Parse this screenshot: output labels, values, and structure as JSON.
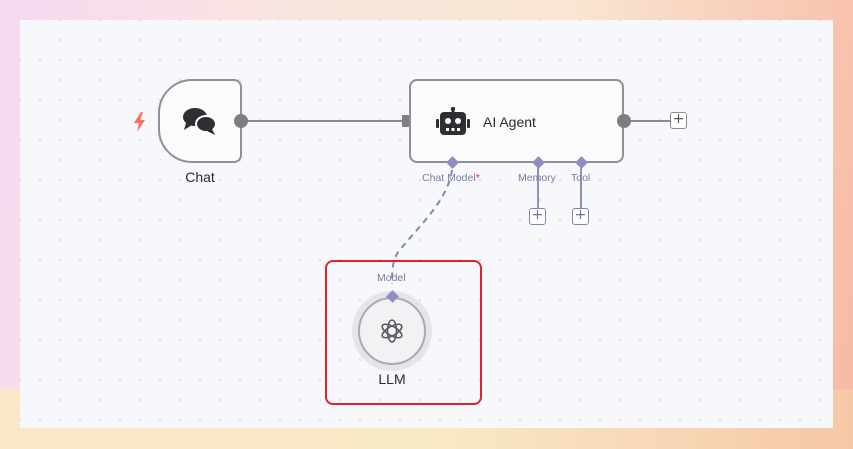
{
  "nodes": {
    "chat": {
      "label": "Chat",
      "icon": "chat-bubbles-icon",
      "trigger_icon": "lightning-icon"
    },
    "agent": {
      "label": "AI Agent",
      "icon": "robot-icon"
    },
    "llm": {
      "label": "LLM",
      "icon": "openai-logo-icon",
      "port_label": "Model"
    }
  },
  "agent_ports": {
    "chat_model": {
      "label": "Chat Model",
      "required_marker": "*"
    },
    "memory": {
      "label": "Memory"
    },
    "tool": {
      "label": "Tool"
    }
  },
  "add_symbol": "+",
  "colors": {
    "selection": "#e0232a",
    "connection": "#8a8a8f",
    "sub_port": "#8c8fbf",
    "trigger": "#ff6d5a"
  }
}
